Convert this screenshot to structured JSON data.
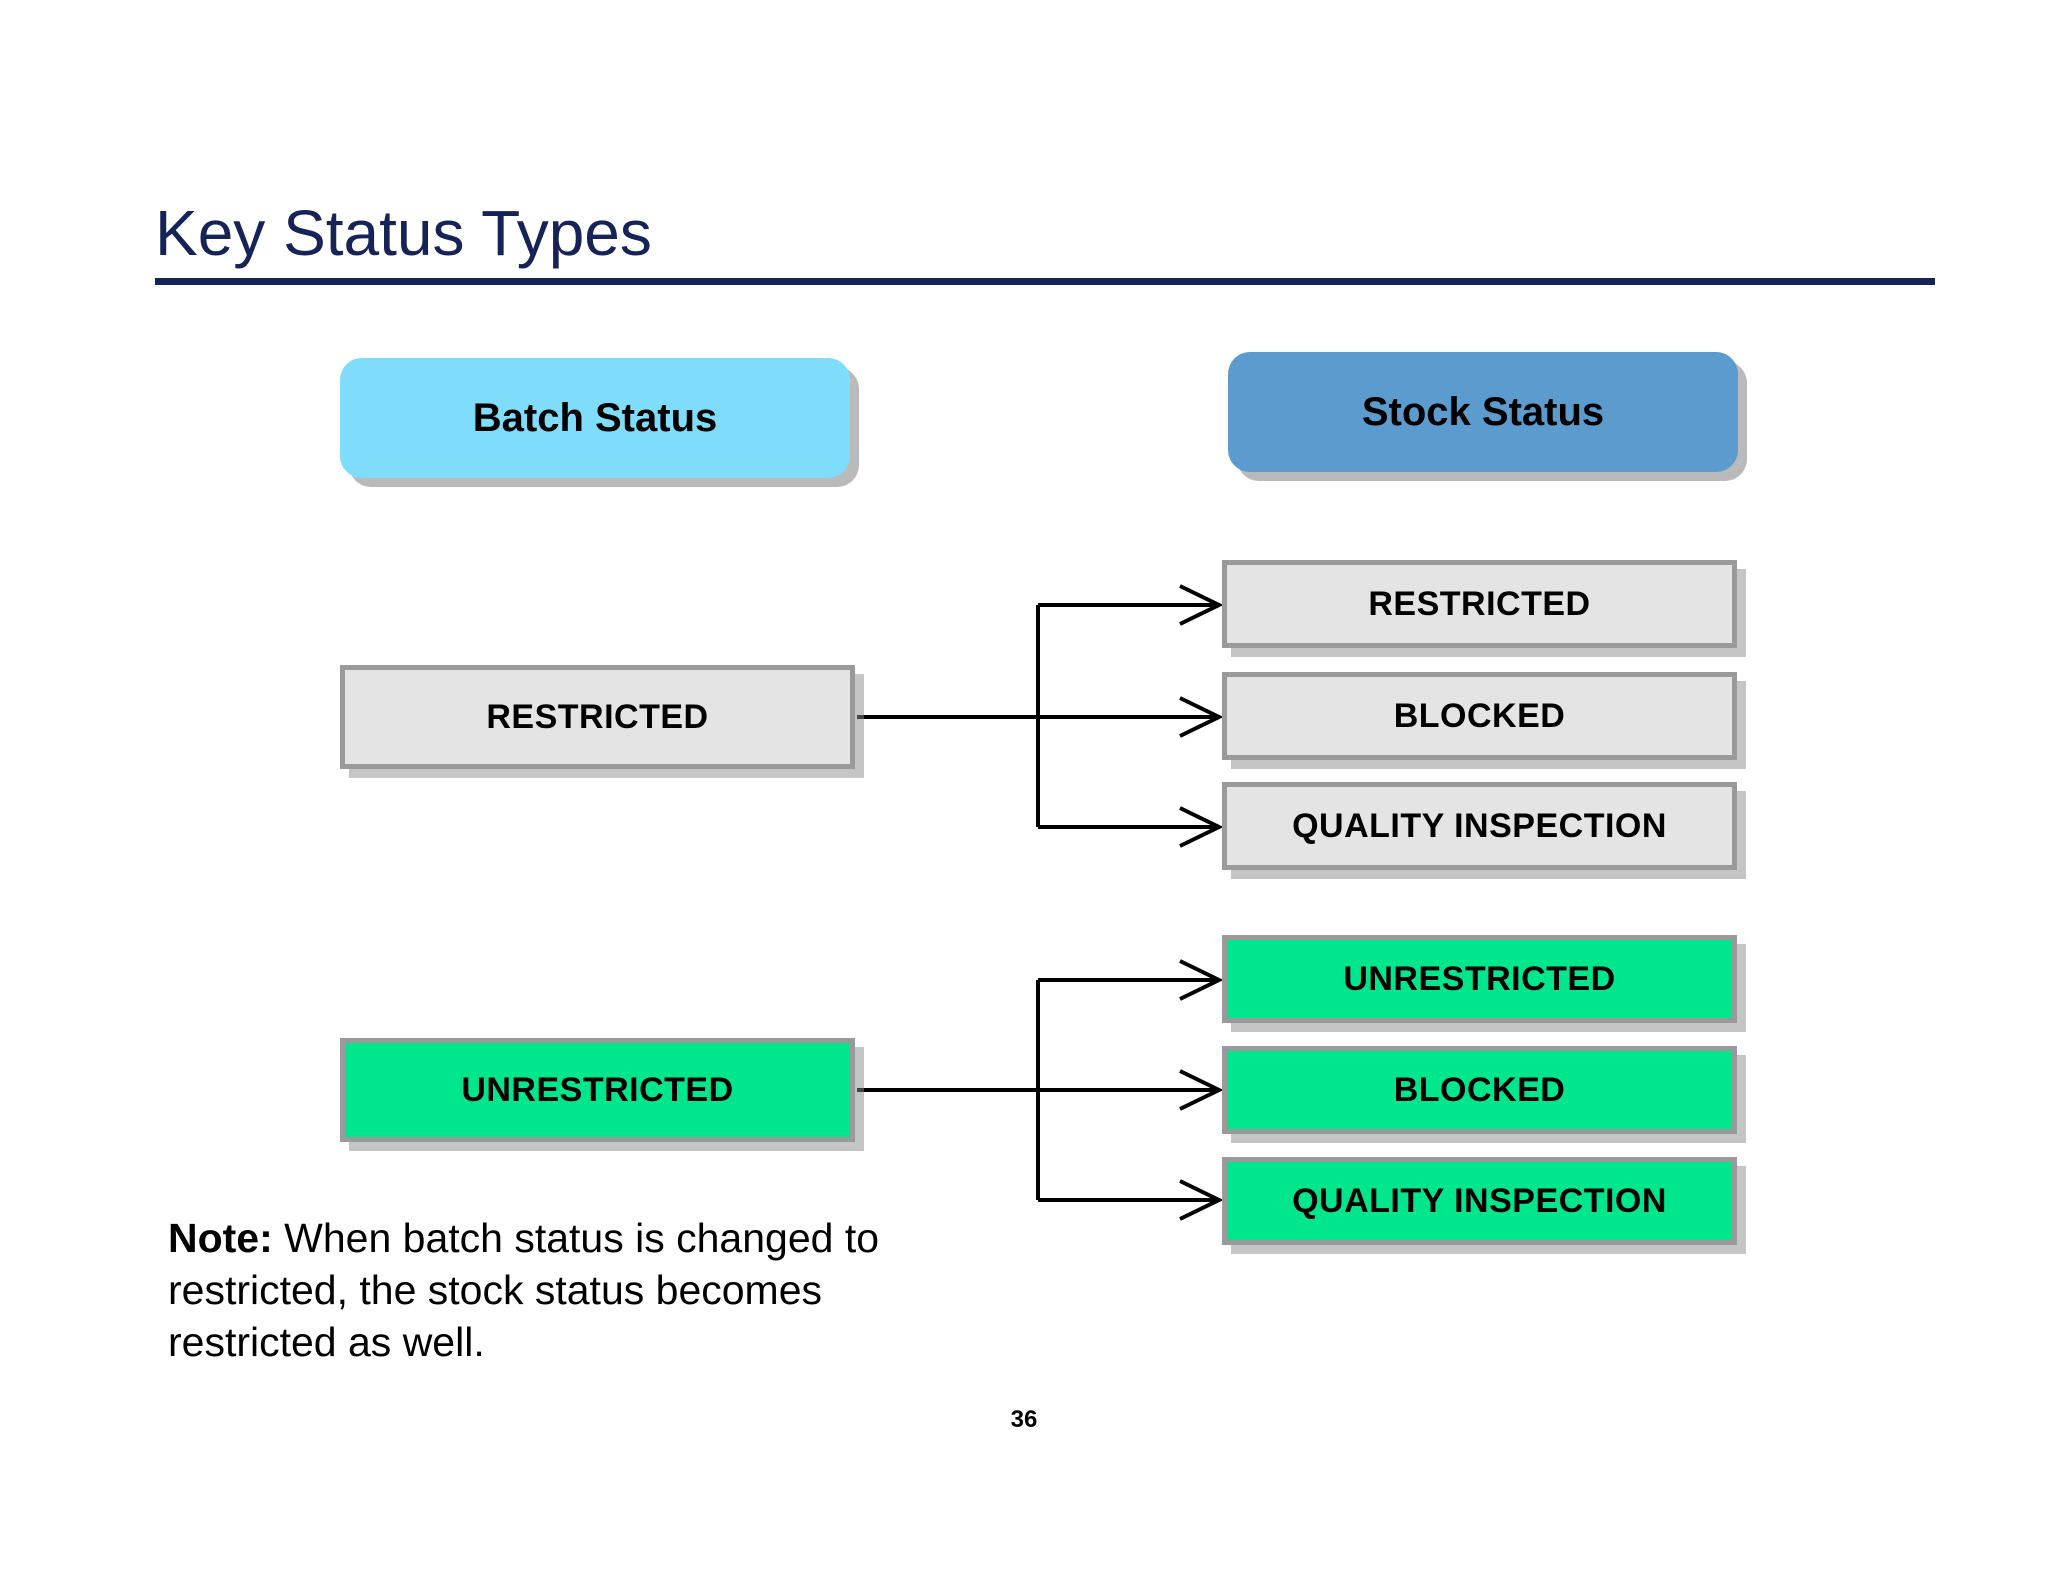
{
  "slide": {
    "title": "Key Status Types",
    "page_number": "36",
    "title_color": "#152356",
    "background": "#ffffff"
  },
  "columns": {
    "batch": {
      "header_label": "Batch Status",
      "header_color": "#7fdcfb"
    },
    "stock": {
      "header_label": "Stock Status",
      "header_color": "#5b9bce"
    }
  },
  "groups": [
    {
      "id": "restricted-group",
      "source_label": "RESTRICTED",
      "source_color": "#e4e4e4",
      "targets": [
        {
          "label": "RESTRICTED",
          "color": "#e4e4e4"
        },
        {
          "label": "BLOCKED",
          "color": "#e4e4e4"
        },
        {
          "label": "QUALITY INSPECTION",
          "color": "#e4e4e4"
        }
      ]
    },
    {
      "id": "unrestricted-group",
      "source_label": "UNRESTRICTED",
      "source_color": "#00e68c",
      "targets": [
        {
          "label": "UNRESTRICTED",
          "color": "#00e68c"
        },
        {
          "label": "BLOCKED",
          "color": "#00e68c"
        },
        {
          "label": "QUALITY INSPECTION",
          "color": "#00e68c"
        }
      ]
    }
  ],
  "note": {
    "lead": "Note:",
    "body": " When batch status is changed to restricted, the stock status becomes restricted as well."
  }
}
